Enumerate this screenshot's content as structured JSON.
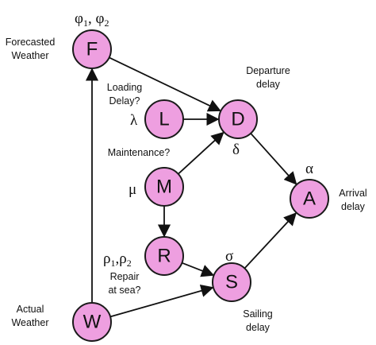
{
  "style": {
    "node_fill": "#ee9fe0",
    "node_stroke": "#1a1a1a",
    "edge_color": "#111111"
  },
  "nodes": {
    "F": {
      "letter": "F"
    },
    "L": {
      "letter": "L"
    },
    "D": {
      "letter": "D"
    },
    "M": {
      "letter": "M"
    },
    "A": {
      "letter": "A"
    },
    "R": {
      "letter": "R"
    },
    "S": {
      "letter": "S"
    },
    "W": {
      "letter": "W"
    }
  },
  "labels": {
    "forecasted_weather": [
      "Forecasted",
      "Weather"
    ],
    "departure_delay": [
      "Departure",
      "delay"
    ],
    "loading_delay": [
      "Loading",
      "Delay?"
    ],
    "maintenance": "Maintenance?",
    "arrival_delay": [
      "Arrival",
      "delay"
    ],
    "repair_at_sea": [
      "Repair",
      "at sea?"
    ],
    "sailing_delay": [
      "Sailing",
      "delay"
    ],
    "actual_weather": [
      "Actual",
      "Weather"
    ]
  },
  "params": {
    "phi_1": "φ",
    "phi_sub_1": "1",
    "phi_sep": ", ",
    "phi_2": "φ",
    "phi_sub_2": "2",
    "lambda": "λ",
    "delta": "δ",
    "mu": "μ",
    "alpha": "α",
    "rho_1": "ρ",
    "rho_sub_1": "1",
    "rho_sep": ",",
    "rho_2": "ρ",
    "rho_sub_2": "2",
    "sigma": "σ"
  },
  "edges": [
    {
      "from": "F",
      "to": "D"
    },
    {
      "from": "L",
      "to": "D"
    },
    {
      "from": "M",
      "to": "D"
    },
    {
      "from": "M",
      "to": "R"
    },
    {
      "from": "D",
      "to": "A"
    },
    {
      "from": "R",
      "to": "S"
    },
    {
      "from": "S",
      "to": "A"
    },
    {
      "from": "W",
      "to": "F"
    },
    {
      "from": "W",
      "to": "S"
    }
  ]
}
